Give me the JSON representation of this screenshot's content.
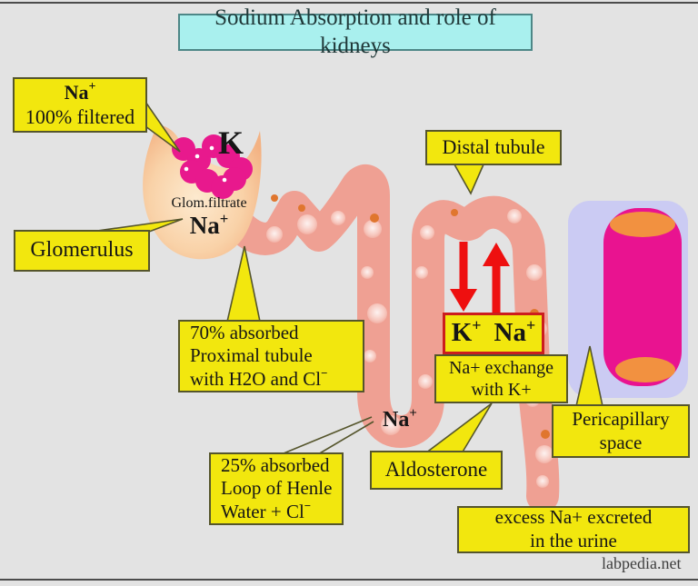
{
  "title": "Sodium Absorption and role of kidneys",
  "watermark": "labpedia.net",
  "glomerulus_area": {
    "k_label": "K",
    "filtrate_label": "Glom.filtrate",
    "na_base": "Na",
    "na_sup": "+"
  },
  "loop_na": {
    "base": "Na",
    "sup": "+"
  },
  "callouts": {
    "na_filtered": {
      "line1_base": "Na",
      "line1_sup": "+",
      "line2": "100% filtered"
    },
    "glomerulus": "Glomerulus",
    "distal": "Distal tubule",
    "proximal": {
      "line1": "70% absorbed",
      "line2": "Proximal tubule",
      "line3_base": "with H2O and Cl",
      "line3_sup": "−"
    },
    "henle": {
      "line1": "25% absorbed",
      "line2": "Loop of Henle",
      "line3_base": "Water + Cl",
      "line3_sup": "−"
    },
    "aldosterone": "Aldosterone",
    "k_na": {
      "k_base": "K",
      "k_sup": "+",
      "na_base": "Na",
      "na_sup": "+"
    },
    "exchange": {
      "line1": "Na+ exchange",
      "line2": "with K+"
    },
    "pericapillary": {
      "line1": "Pericapillary",
      "line2": "space"
    },
    "excess": {
      "line1": "excess Na+ excreted",
      "line2": "in the urine"
    }
  },
  "colors": {
    "background": "#e3e3e3",
    "label_yellow": "#f2e70e",
    "label_border": "#55552c",
    "title_bg": "#a9f0ee",
    "title_border": "#4d8787",
    "tubule_salmon": "#efa093",
    "glomerulus_peach_center": "#fde8cd",
    "glomerulus_peach_edge": "#f5b788",
    "sodium_magenta": "#e8198d",
    "arrow_red": "#ee1010",
    "kna_border_red": "#cc1d1d",
    "pericapillary_lavender": "#cbcbf3",
    "capillary_magenta": "#e91390",
    "capillary_end_orange": "#f29140"
  }
}
